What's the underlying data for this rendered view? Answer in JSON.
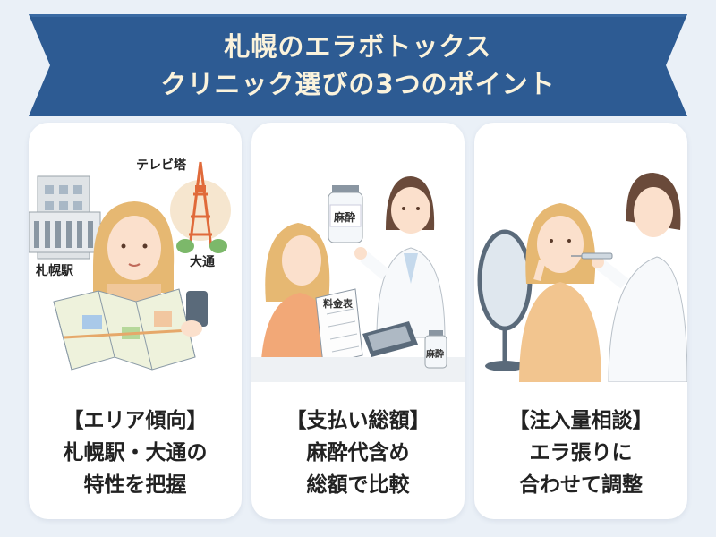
{
  "banner": {
    "title_line1": "札幌のエラボトックス",
    "title_line2": "クリニック選びの3つのポイント",
    "color": "#2d5b93"
  },
  "cards": [
    {
      "heading": "【エリア傾向】",
      "line1": "札幌駅・大通の",
      "line2": "特性を把握",
      "labels": {
        "tv_tower": "テレビ塔",
        "sapporo_station": "札幌駅",
        "odori": "大通"
      }
    },
    {
      "heading": "【支払い総額】",
      "line1": "麻酔代含め",
      "line2": "総額で比較",
      "labels": {
        "anesthesia_vial": "麻酔",
        "price_list": "料金表",
        "anesthesia_vial_small": "麻酔"
      }
    },
    {
      "heading": "【注入量相談】",
      "line1": "エラ張りに",
      "line2": "合わせて調整",
      "labels": {}
    }
  ],
  "colors": {
    "background": "#eaf0f7",
    "card": "#ffffff",
    "banner": "#2d5b93",
    "banner_text": "#fbf3dc"
  }
}
